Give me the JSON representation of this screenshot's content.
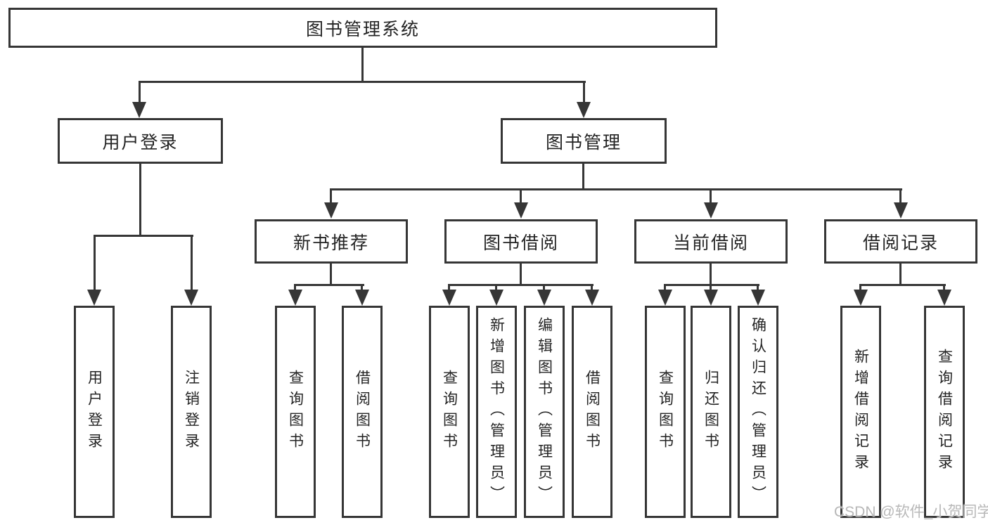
{
  "diagram": {
    "type": "hierarchy-tree",
    "colors": {
      "line": "#363636",
      "box_border": "#363636",
      "box_fill": "#ffffff",
      "text": "#242424",
      "watermark": "#b8b8b8",
      "background": "#ffffff"
    },
    "tree": {
      "label": "图书管理系统",
      "children": [
        {
          "label": "用户登录",
          "children": [
            {
              "label": "用户登录"
            },
            {
              "label": "注销登录"
            }
          ]
        },
        {
          "label": "图书管理",
          "children": [
            {
              "label": "新书推荐",
              "children": [
                {
                  "label": "查询图书"
                },
                {
                  "label": "借阅图书"
                }
              ]
            },
            {
              "label": "图书借阅",
              "children": [
                {
                  "label": "查询图书"
                },
                {
                  "label": "新增图书（管理员）"
                },
                {
                  "label": "编辑图书（管理员）"
                },
                {
                  "label": "借阅图书"
                }
              ]
            },
            {
              "label": "当前借阅",
              "children": [
                {
                  "label": "查询图书"
                },
                {
                  "label": "归还图书"
                },
                {
                  "label": "确认归还（管理员）"
                }
              ]
            },
            {
              "label": "借阅记录",
              "children": [
                {
                  "label": "新增借阅记录"
                },
                {
                  "label": "查询借阅记录"
                }
              ]
            }
          ]
        }
      ]
    }
  },
  "watermark": {
    "text": "CSDN @软件_小贺同学"
  }
}
